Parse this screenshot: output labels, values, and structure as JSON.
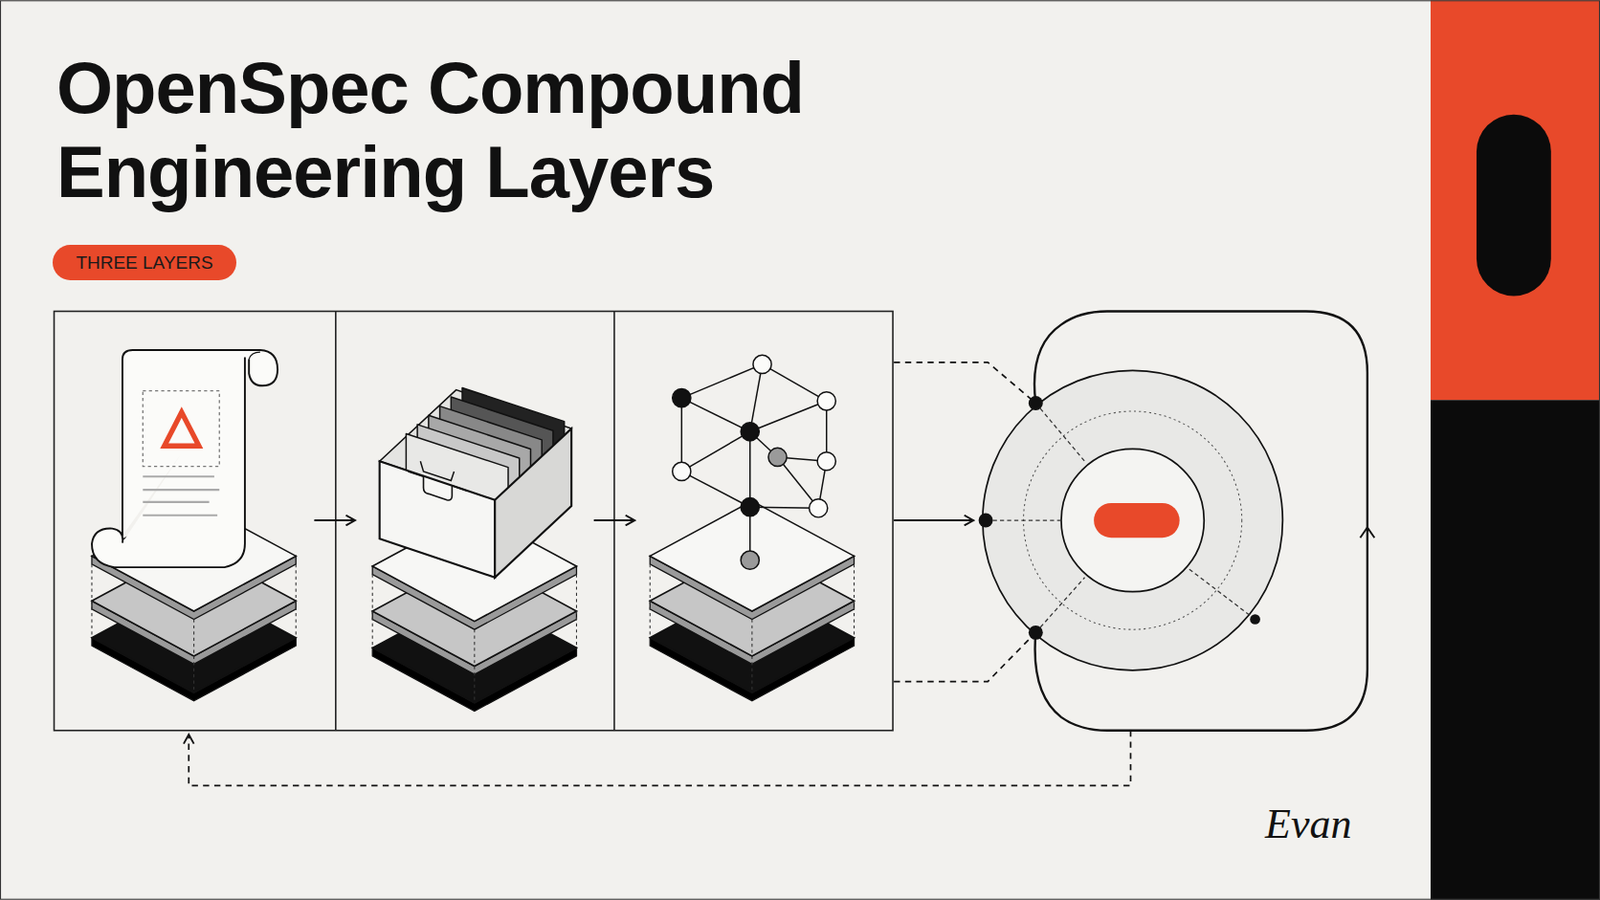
{
  "diagram": {
    "title": "OpenSpec Compound Engineering Layers",
    "nodes": [
      {
        "text": [
          "THREE LAYERS"
        ]
      }
    ],
    "labels": [
      "Evan"
    ]
  }
}
